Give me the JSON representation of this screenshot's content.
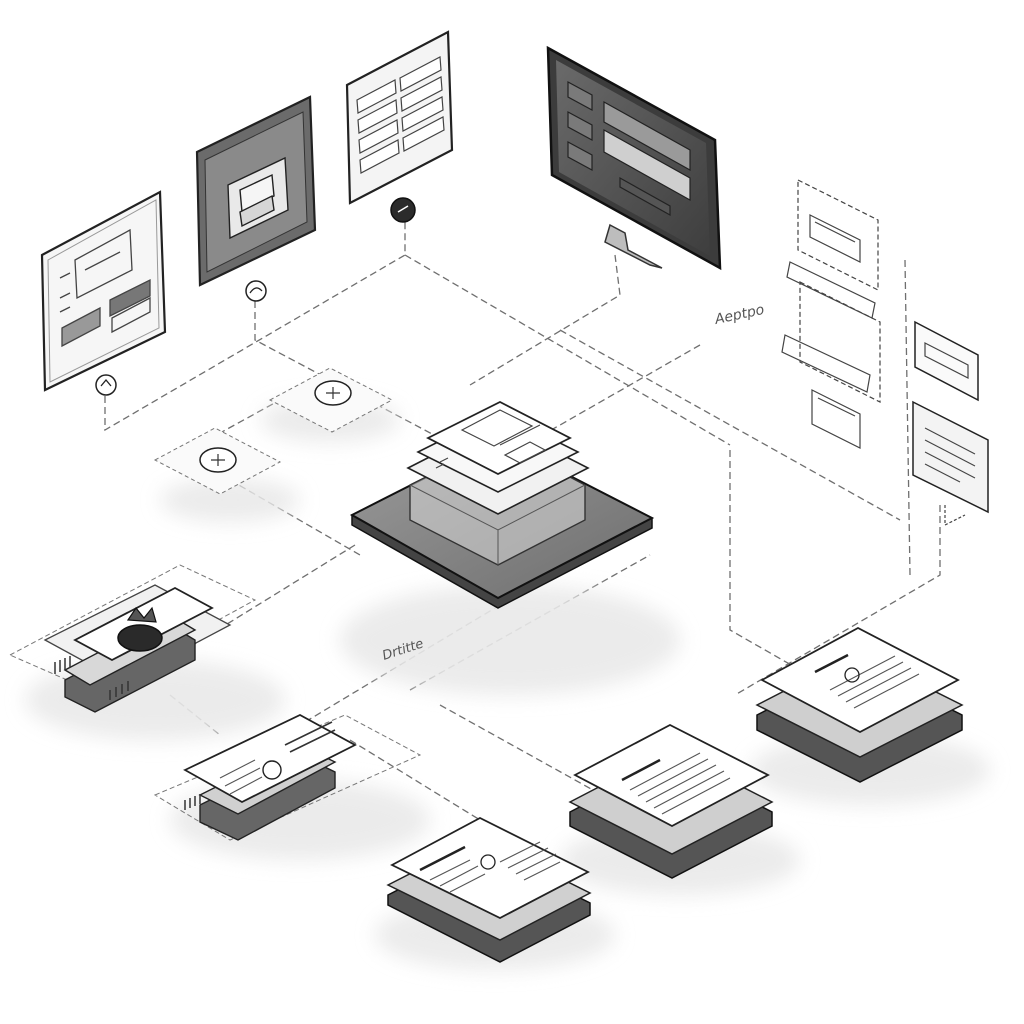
{
  "diagram": {
    "labels": [
      {
        "id": "label-right",
        "text": "Aeptpo"
      },
      {
        "id": "label-center",
        "text": "Drtitte"
      }
    ]
  },
  "colors": {
    "ink": "#2a2a2a",
    "line": "#555555",
    "dash": "#777777",
    "panel_light": "#f4f4f4",
    "panel_dark": "#4a4a4a",
    "panel_mid": "#8a8a8a",
    "shadow": "#e6e6e6"
  }
}
